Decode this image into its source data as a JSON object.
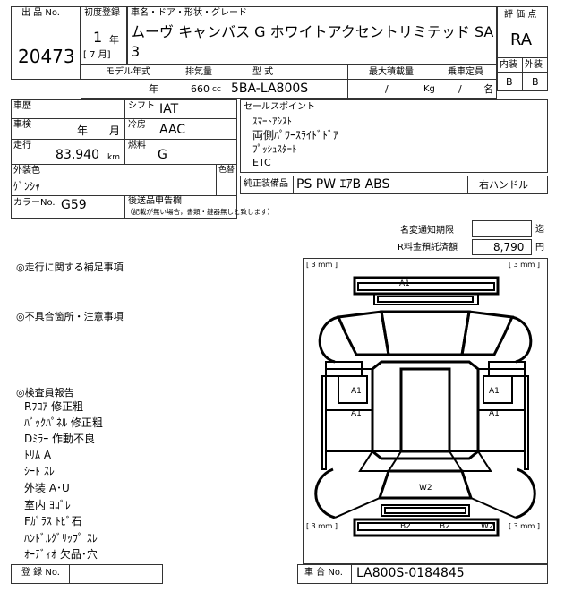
{
  "header": {
    "lot_label": "出 品 No.",
    "lot_no": "20473",
    "reg_label": "初度登録",
    "reg_year": "1",
    "reg_year_unit": "年",
    "reg_month": "[ 7 月]",
    "car_label": "車名・ドア・形状・グレード",
    "car_name": "ムーヴ キャンバス  G ホワイトアクセントリミテッド SA",
    "car_name_2": "3",
    "eval_label": "評 価 点",
    "eval_score": "RA",
    "interior_label": "内装",
    "exterior_label": "外装",
    "interior_grade": "B",
    "exterior_grade": "B"
  },
  "spec": {
    "model_year_label": "モデル年式",
    "model_year_unit": "年",
    "displacement_label": "排気量",
    "displacement": "660",
    "displacement_unit": "cc",
    "type_label": "型          式",
    "type": "5BA-LA800S",
    "max_load_label": "最大積載量",
    "max_load_sep": "/",
    "max_load_unit": "Kg",
    "capacity_label": "乗車定員",
    "capacity_sep": "/",
    "capacity_unit": "名"
  },
  "details": {
    "history_label": "車歴",
    "shift_label": "シフト",
    "shift": "IAT",
    "inspection_label": "車検",
    "inspection_year": "年",
    "inspection_month": "月",
    "ac_label": "冷房",
    "ac": "AAC",
    "mileage_label": "走行",
    "mileage": "83,940",
    "mileage_unit": "km",
    "fuel_label": "燃料",
    "fuel": "G",
    "color_label": "外装色",
    "color": "ｹﾞﾝｼｬ",
    "color_change_label": "色替",
    "color_no_label": "カラーNo.",
    "color_no": "G59",
    "aftermarket_label": "後送品申告欄",
    "aftermarket_note": "（記載が無い場合，書類・鍵器無しと致します）"
  },
  "sales": {
    "label": "セールスポイント",
    "points": [
      "ｽﾏｰﾄｱｼｽﾄ",
      "両側ﾊﾟﾜｰｽﾗｲﾄﾞﾄﾞｱ",
      "ﾌﾟｯｼｭｽﾀｰﾄ",
      "ETC"
    ],
    "equipment_label": "純正装備品",
    "equipment": "PS PW ｴｱB ABS",
    "handle": "右ハンドル"
  },
  "fees": {
    "name_change_label": "名変通知期限",
    "name_change_unit": "迄",
    "recycle_label": "R料金預託済額",
    "recycle_value": "8,790",
    "recycle_unit": "円"
  },
  "notes": {
    "running_label": "◎走行に関する補足事項",
    "defects_label": "◎不具合箇所・注意事項",
    "inspector_label": "◎検査員報告",
    "inspector_items": [
      "Rﾌﾛｱ 修正粗",
      "ﾊﾞｯｸﾊﾟﾈﾙ 修正粗",
      "Dﾐﾗｰ 作動不良",
      "ﾄﾘﾑ A",
      "ｼｰﾄ ｽﾚ",
      "外装 A･U",
      "室内 ﾖｺﾞﾚ",
      "Fｶﾞﾗｽ ﾄﾋﾞ石",
      "ﾊﾝﾄﾞﾙｸﾞﾘｯﾌﾟ ｽﾚ",
      "ｵｰﾃﾞｨｵ 欠品･穴"
    ]
  },
  "diagram": {
    "corner_tl": "[ 3 ｍｍ ]",
    "corner_tr": "[ 3 ｍｍ ]",
    "corner_bl": "[ 3 ｍｍ ]",
    "corner_br": "[ 3 ｍｍ ]",
    "marks": {
      "front_bumper": "A1",
      "left_front_door": "A1",
      "left_rear_door": "A1",
      "right_front_door": "A1",
      "right_rear_door": "A1",
      "rear_glass": "W2",
      "rear_bumper_left": "B2",
      "rear_bumper_right": "B2",
      "rear_right": "W2"
    }
  },
  "footer": {
    "reg_no_label": "登 録 No.",
    "chassis_label": "車 台 No.",
    "chassis": "LA800S-0184845"
  }
}
